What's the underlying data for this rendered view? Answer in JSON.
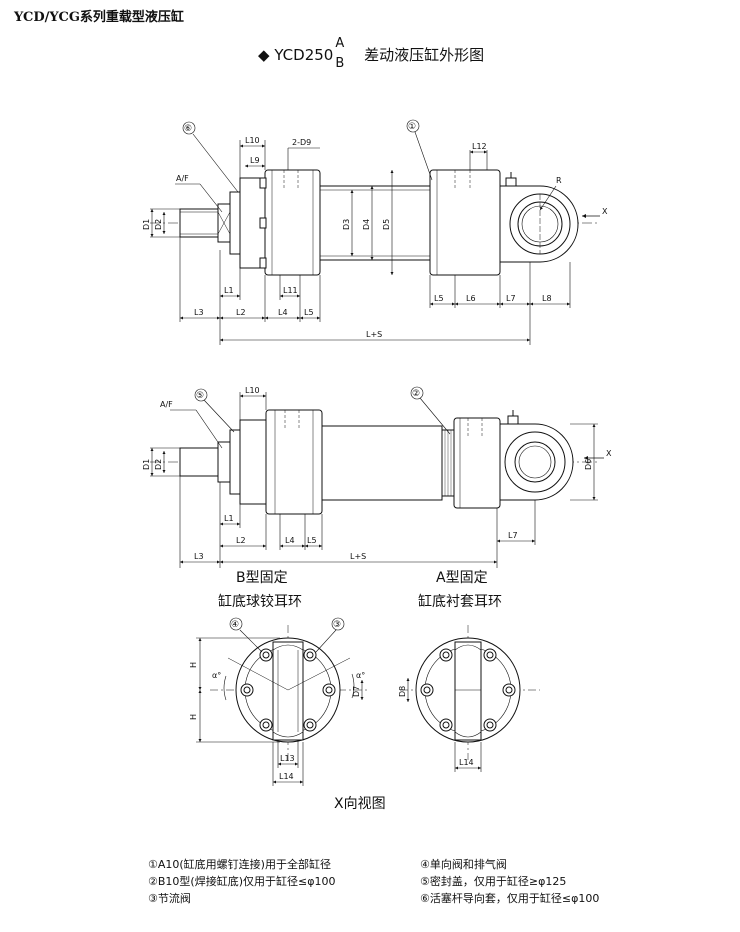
{
  "header": {
    "series": "YCD/YCG系列重载型液压缸"
  },
  "title": {
    "bullet": "◆",
    "model": "YCD250",
    "variant_a": "A",
    "variant_b": "B",
    "name": "差动液压缸外形图"
  },
  "callouts": [
    "①",
    "②",
    "③",
    "④",
    "⑤",
    "⑥"
  ],
  "dims": {
    "L10": "L10",
    "D9": "2-D9",
    "L9": "L9",
    "L12": "L12",
    "AF": "A/F",
    "R": "R",
    "X": "X",
    "D1": "D1",
    "D2": "D2",
    "D3": "D3",
    "D4": "D4",
    "D5": "D5",
    "D6": "D6",
    "D7": "D7",
    "D8": "D8",
    "L1": "L1",
    "L11": "L11",
    "L5": "L5",
    "L6": "L6",
    "L7": "L7",
    "L8": "L8",
    "L3": "L3",
    "L2": "L2",
    "L4": "L4",
    "LS": "L+S",
    "H": "H",
    "alpha": "α°",
    "L13": "L13",
    "L14": "L14"
  },
  "captions": {
    "b_type": "B型固定",
    "b_desc": "缸底球铰耳环",
    "a_type": "A型固定",
    "a_desc": "缸底衬套耳环",
    "x_view": "X向视图"
  },
  "notes": {
    "left": [
      "①A10(缸底用螺钉连接)用于全部缸径",
      "②B10型(焊接缸底)仅用于缸径≤φ100",
      "③节流阀"
    ],
    "right": [
      "④单向阀和排气阀",
      "⑤密封盖，仅用于缸径≥φ125",
      "⑥活塞杆导向套，仅用于缸径≤φ100"
    ]
  }
}
